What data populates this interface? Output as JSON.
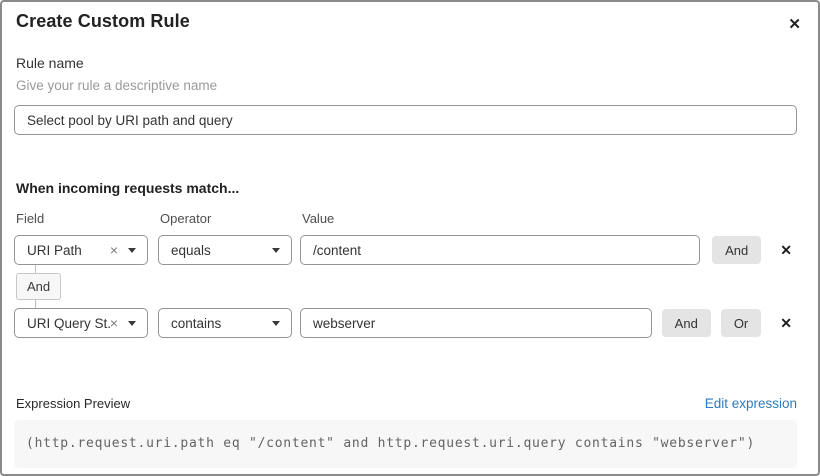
{
  "dialog": {
    "title": "Create Custom Rule"
  },
  "icons": {
    "close": "✕",
    "clear": "×",
    "remove": "✕"
  },
  "rule_name": {
    "label": "Rule name",
    "helper": "Give your rule a descriptive name",
    "value": "Select pool by URI path and query"
  },
  "matcher": {
    "heading": "When incoming requests match...",
    "columns": {
      "field": "Field",
      "operator": "Operator",
      "value": "Value"
    },
    "connector": "And",
    "rows": [
      {
        "field": "URI Path",
        "operator": "equals",
        "value": "/content",
        "and_label": "And"
      },
      {
        "field": "URI Query St...",
        "operator": "contains",
        "value": "webserver",
        "and_label": "And",
        "or_label": "Or"
      }
    ]
  },
  "expression": {
    "label": "Expression Preview",
    "edit_link": "Edit expression",
    "code": "(http.request.uri.path eq \"/content\" and http.request.uri.query contains \"webserver\")"
  },
  "colors": {
    "link_blue": "#2f7bbf",
    "button_gray": "#e4e4e4",
    "border_gray": "#949494",
    "code_bg": "#f7f7f7"
  }
}
